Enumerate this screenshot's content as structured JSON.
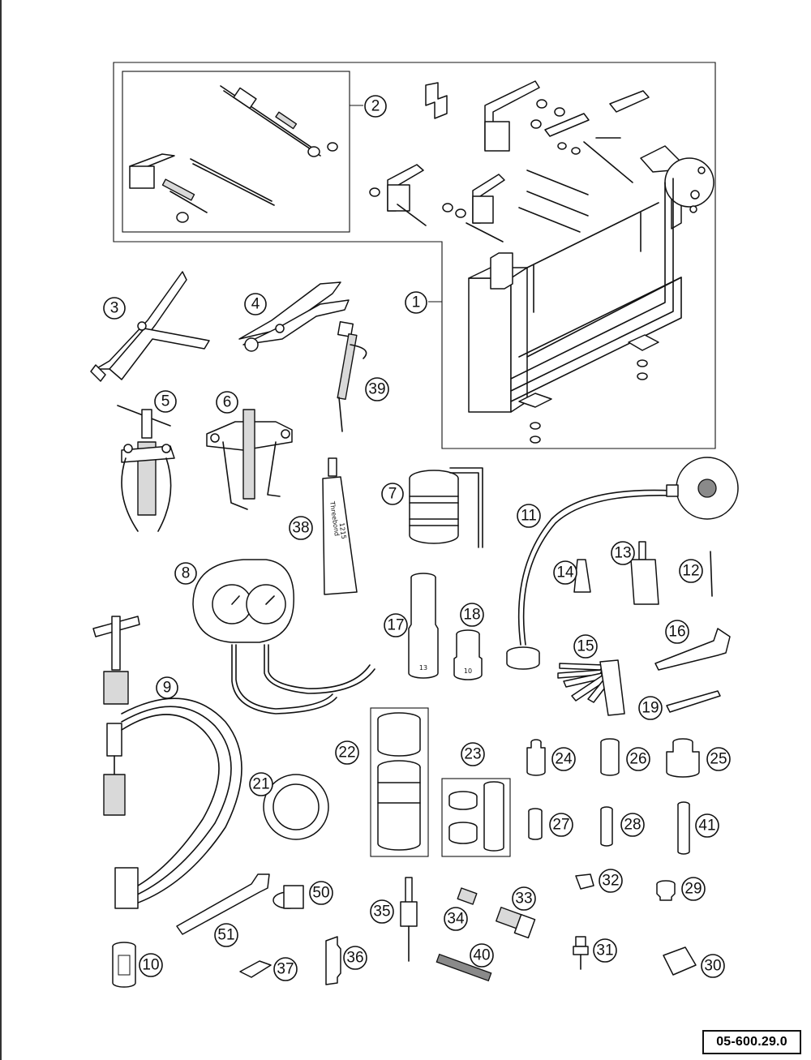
{
  "drawing_number": "05-600.29.0",
  "part_labels": {
    "p1": "1",
    "p2": "2",
    "p3": "3",
    "p4": "4",
    "p5": "5",
    "p6": "6",
    "p7": "7",
    "p8": "8",
    "p9": "9",
    "p10": "10",
    "p11": "11",
    "p12": "12",
    "p13": "13",
    "p14": "14",
    "p15": "15",
    "p16": "16",
    "p17": "17",
    "p18": "18",
    "p19": "19",
    "p21": "21",
    "p22": "22",
    "p23": "23",
    "p24": "24",
    "p25": "25",
    "p26": "26",
    "p27": "27",
    "p28": "28",
    "p29": "29",
    "p30": "30",
    "p31": "31",
    "p32": "32",
    "p33": "33",
    "p34": "34",
    "p35": "35",
    "p36": "36",
    "p37": "37",
    "p38": "38",
    "p39": "39",
    "p40": "40",
    "p41": "41",
    "p50": "50",
    "p51": "51"
  },
  "socket_markings": {
    "s17": "13",
    "s18": "10"
  },
  "tube_markings": {
    "line1": "Threebond",
    "line2": "1215"
  }
}
